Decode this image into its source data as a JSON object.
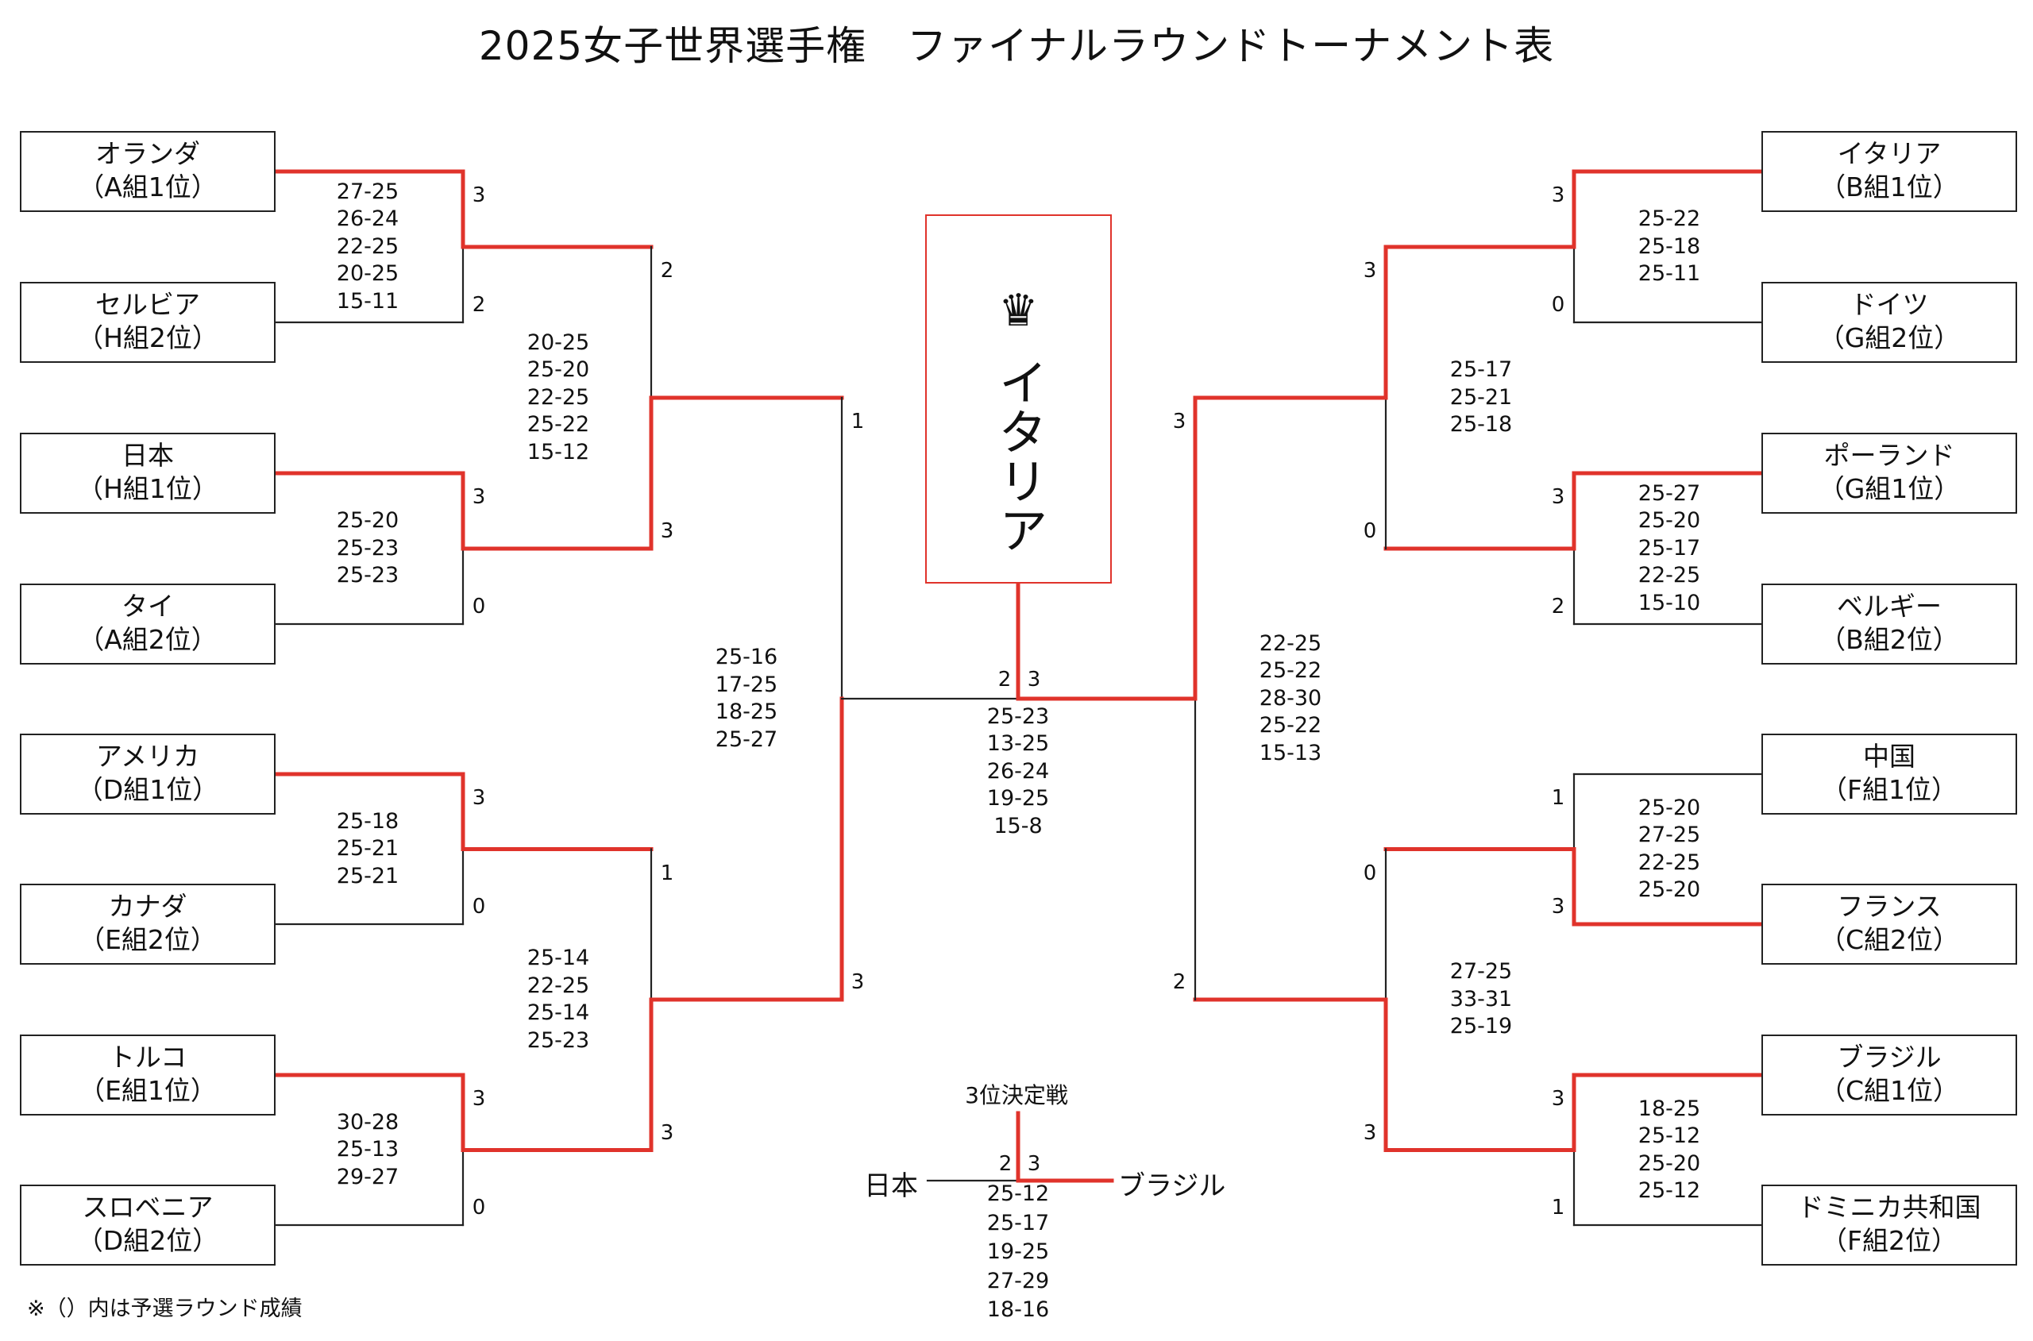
{
  "title": "2025女子世界選手権　ファイナルラウンドトーナメント表",
  "colors": {
    "winner_line": "#e0332b",
    "line": "#222222"
  },
  "teams": {
    "left": [
      {
        "name": "オランダ",
        "group": "（A組1位）"
      },
      {
        "name": "セルビア",
        "group": "（H組2位）"
      },
      {
        "name": "日本",
        "group": "（H組1位）"
      },
      {
        "name": "タイ",
        "group": "（A組2位）"
      },
      {
        "name": "アメリカ",
        "group": "（D組1位）"
      },
      {
        "name": "カナダ",
        "group": "（E組2位）"
      },
      {
        "name": "トルコ",
        "group": "（E組1位）"
      },
      {
        "name": "スロベニア",
        "group": "（D組2位）"
      }
    ],
    "right": [
      {
        "name": "イタリア",
        "group": "（B組1位）"
      },
      {
        "name": "ドイツ",
        "group": "（G組2位）"
      },
      {
        "name": "ポーランド",
        "group": "（G組1位）"
      },
      {
        "name": "ベルギー",
        "group": "（B組2位）"
      },
      {
        "name": "中国",
        "group": "（F組1位）"
      },
      {
        "name": "フランス",
        "group": "（C組2位）"
      },
      {
        "name": "ブラジル",
        "group": "（C組1位）"
      },
      {
        "name": "ドミニカ共和国",
        "group": "（F組2位）"
      }
    ]
  },
  "matches": {
    "left_r1": [
      {
        "scores": [
          "3",
          "2"
        ],
        "sets": [
          "27-25",
          "26-24",
          "22-25",
          "20-25",
          "15-11"
        ]
      },
      {
        "scores": [
          "3",
          "0"
        ],
        "sets": [
          "25-20",
          "25-23",
          "25-23"
        ]
      },
      {
        "scores": [
          "3",
          "0"
        ],
        "sets": [
          "25-18",
          "25-21",
          "25-21"
        ]
      },
      {
        "scores": [
          "3",
          "0"
        ],
        "sets": [
          "30-28",
          "25-13",
          "29-27"
        ]
      }
    ],
    "left_qf": [
      {
        "scores": [
          "2",
          "3"
        ],
        "sets": [
          "20-25",
          "25-20",
          "22-25",
          "25-22",
          "15-12"
        ]
      },
      {
        "scores": [
          "1",
          "3"
        ],
        "sets": [
          "25-14",
          "22-25",
          "25-14",
          "25-23"
        ]
      }
    ],
    "left_sf": {
      "scores": [
        "1",
        "3"
      ],
      "sets": [
        "25-16",
        "17-25",
        "18-25",
        "25-27"
      ]
    },
    "right_r1": [
      {
        "scores": [
          "3",
          "0"
        ],
        "sets": [
          "25-22",
          "25-18",
          "25-11"
        ]
      },
      {
        "scores": [
          "3",
          "2"
        ],
        "sets": [
          "25-27",
          "25-20",
          "25-17",
          "22-25",
          "15-10"
        ]
      },
      {
        "scores": [
          "1",
          "3"
        ],
        "sets": [
          "25-20",
          "27-25",
          "22-25",
          "25-20"
        ]
      },
      {
        "scores": [
          "3",
          "1"
        ],
        "sets": [
          "18-25",
          "25-12",
          "25-20",
          "25-12"
        ]
      }
    ],
    "right_qf": [
      {
        "scores": [
          "3",
          "0"
        ],
        "sets": [
          "25-17",
          "25-21",
          "25-18"
        ]
      },
      {
        "scores": [
          "0",
          "3"
        ],
        "sets": [
          "27-25",
          "33-31",
          "25-19"
        ]
      }
    ],
    "right_sf": {
      "scores": [
        "3",
        "2"
      ],
      "sets": [
        "22-25",
        "25-22",
        "28-30",
        "25-22",
        "15-13"
      ]
    },
    "final": {
      "scores": [
        "2",
        "3"
      ],
      "sets": [
        "25-23",
        "13-25",
        "26-24",
        "19-25",
        "15-8"
      ]
    }
  },
  "champion": {
    "crown": "♛",
    "name": "イタリア"
  },
  "third_place": {
    "title": "3位決定戦",
    "left_team": "日本",
    "right_team": "ブラジル",
    "scores": [
      "2",
      "3"
    ],
    "sets": [
      "25-12",
      "25-17",
      "19-25",
      "27-29",
      "18-16"
    ]
  },
  "footnote": "※（）内は予選ラウンド成績"
}
